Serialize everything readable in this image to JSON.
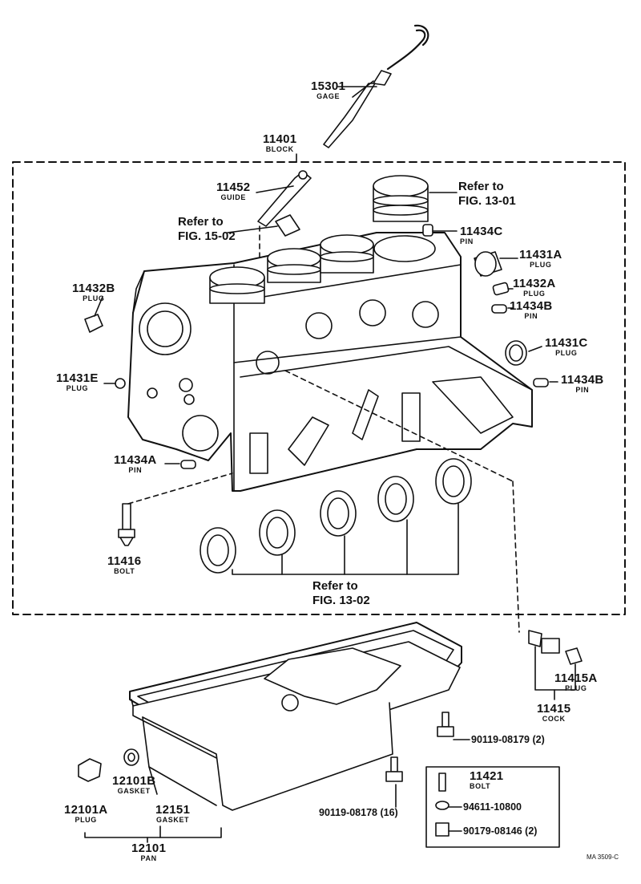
{
  "diagram_code": "MA 3509-C",
  "labels": {
    "gage": {
      "num": "15301",
      "cap": "GAGE"
    },
    "block": {
      "num": "11401",
      "cap": "BLOCK"
    },
    "guide": {
      "num": "11452",
      "cap": "GUIDE"
    },
    "plug_11431a": {
      "num": "11431A",
      "cap": "PLUG"
    },
    "plug_11432a": {
      "num": "11432A",
      "cap": "PLUG"
    },
    "pin_11434b_top": {
      "num": "11434B",
      "cap": "PIN"
    },
    "plug_11431c": {
      "num": "11431C",
      "cap": "PLUG"
    },
    "pin_11434b_right": {
      "num": "11434B",
      "cap": "PIN"
    },
    "pin_11434c": {
      "num": "11434C",
      "cap": "PIN"
    },
    "plug_11432b": {
      "num": "11432B",
      "cap": "PLUG"
    },
    "plug_11431e": {
      "num": "11431E",
      "cap": "PLUG"
    },
    "pin_11434a": {
      "num": "11434A",
      "cap": "PIN"
    },
    "bolt_11416": {
      "num": "11416",
      "cap": "BOLT"
    },
    "plug_11415a": {
      "num": "11415A",
      "cap": "PLUG"
    },
    "cock_11415": {
      "num": "11415",
      "cap": "COCK"
    },
    "bolt_11421": {
      "num": "11421",
      "cap": "BOLT"
    },
    "gasket_12101b": {
      "num": "12101B",
      "cap": "GASKET"
    },
    "plug_12101a": {
      "num": "12101A",
      "cap": "PLUG"
    },
    "gasket_12151": {
      "num": "12151",
      "cap": "GASKET"
    },
    "pan_12101": {
      "num": "12101",
      "cap": "PAN"
    }
  },
  "references": {
    "ref_13_01": {
      "line1": "Refer to",
      "line2": "FIG. 13-01"
    },
    "ref_15_02": {
      "line1": "Refer to",
      "line2": "FIG. 15-02"
    },
    "ref_13_02": {
      "line1": "Refer to",
      "line2": "FIG. 13-02"
    }
  },
  "part_numbers": {
    "p_90119_08179": "90119-08179 (2)",
    "p_90119_08178": "90119-08178 (16)",
    "p_94611_10800": "94611-10800",
    "p_90179_08146": "90179-08146 (2)"
  }
}
